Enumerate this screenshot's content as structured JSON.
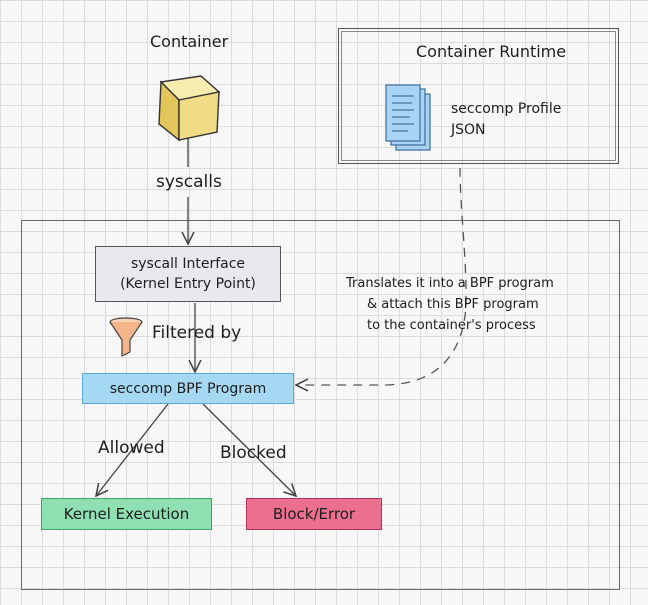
{
  "container": {
    "title": "Container",
    "syscalls_label": "syscalls"
  },
  "runtime": {
    "title": "Container Runtime",
    "profile_line1": "seccomp Profile",
    "profile_line2": "JSON"
  },
  "interface": {
    "line1": "syscall Interface",
    "line2": "(Kernel Entry Point)"
  },
  "filter": {
    "label": "Filtered by"
  },
  "bpf": {
    "label": "seccomp BPF Program"
  },
  "translate_note": {
    "line1": "Translates it into a BPF program",
    "line2": "& attach this BPF program",
    "line3": "to the container's process"
  },
  "branches": {
    "allowed": "Allowed",
    "blocked": "Blocked"
  },
  "outcomes": {
    "execution": "Kernel Execution",
    "error": "Block/Error"
  },
  "colors": {
    "interface_fill": "#e9e9ed",
    "bpf_fill": "#a5d8f3",
    "bpf_border": "#5aa9d6",
    "execution_fill": "#8ee0b3",
    "execution_border": "#3fa06b",
    "error_fill": "#ec6f8f",
    "error_border": "#b23457",
    "cube_top": "#f7ecb0",
    "cube_front": "#f0dc84",
    "cube_side": "#e2c65c",
    "doc_fill": "#a8d3f5",
    "funnel_fill": "#f4b58a"
  },
  "icons": {
    "container": "cube-icon",
    "profile": "document-stack-icon",
    "filter": "funnel-icon"
  }
}
